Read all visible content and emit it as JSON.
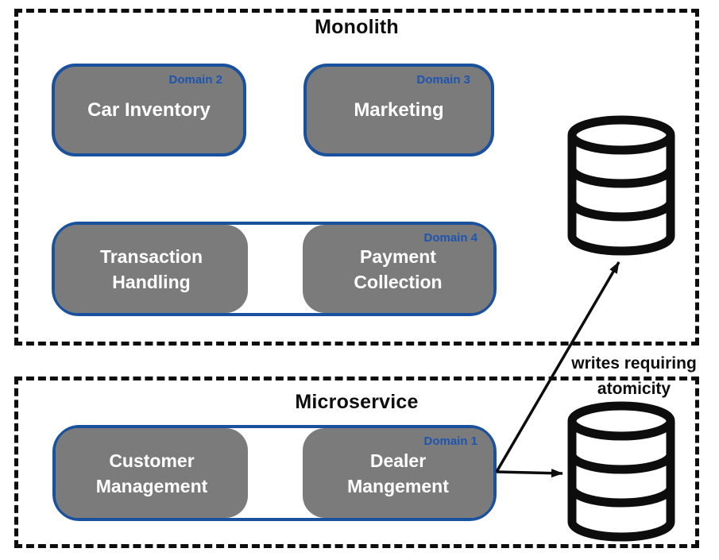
{
  "monolith": {
    "title": "Monolith",
    "car_inventory": {
      "domain": "Domain 2",
      "label": "Car Inventory"
    },
    "marketing": {
      "domain": "Domain 3",
      "label": "Marketing"
    },
    "transaction_handling": {
      "label": "Transaction\nHandling"
    },
    "payment_collection": {
      "domain": "Domain 4",
      "label": "Payment\nCollection"
    }
  },
  "microservice": {
    "title": "Microservice",
    "customer_management": {
      "label": "Customer\nManagement"
    },
    "dealer_management": {
      "domain": "Domain 1",
      "label": "Dealer\nMangement"
    }
  },
  "annotation": {
    "text": "writes requiring\natomicity"
  },
  "icons": {
    "monolith_database": "database-icon",
    "microservice_database": "database-icon",
    "arrow_to_monolith_db": "arrow-up-right",
    "arrow_to_microservice_db": "arrow-right"
  },
  "colors": {
    "box_border_blue": "#1a519e",
    "domain_label_blue": "#1d55b0",
    "box_fill_grey": "#7b7b7b",
    "ink": "#0d0d0d"
  }
}
